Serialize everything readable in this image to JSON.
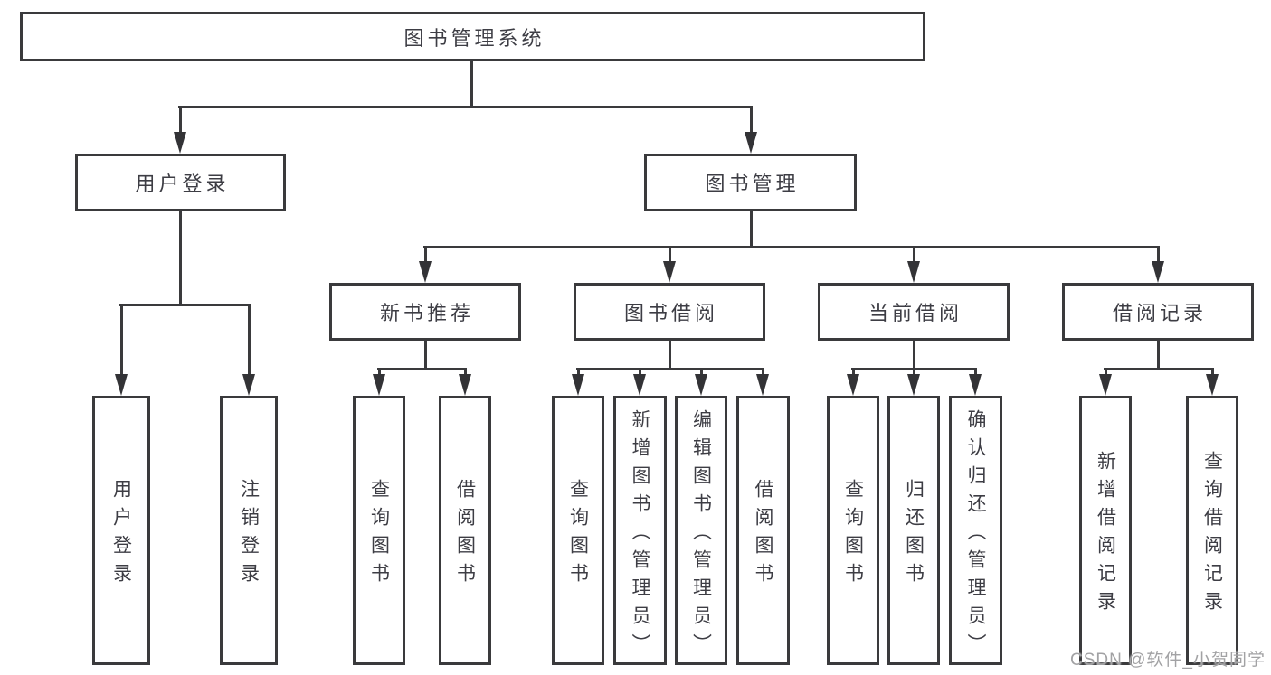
{
  "nodes": {
    "root": {
      "label": "图书管理系统"
    },
    "user_login": {
      "label": "用户登录"
    },
    "book_mgmt": {
      "label": "图书管理"
    },
    "new_book": {
      "label": "新书推荐"
    },
    "book_borrow": {
      "label": "图书借阅"
    },
    "current_borrow": {
      "label": "当前借阅"
    },
    "borrow_record": {
      "label": "借阅记录"
    },
    "leaf_user_login": {
      "label": "用户登录"
    },
    "leaf_logout": {
      "label": "注销登录"
    },
    "leaf_nb_query": {
      "label": "查询图书"
    },
    "leaf_nb_borrow": {
      "label": "借阅图书"
    },
    "leaf_bb_query": {
      "label": "查询图书"
    },
    "leaf_bb_add": {
      "label": "新增图书（管理员）"
    },
    "leaf_bb_edit": {
      "label": "编辑图书（管理员）"
    },
    "leaf_bb_borrow": {
      "label": "借阅图书"
    },
    "leaf_cb_query": {
      "label": "查询图书"
    },
    "leaf_cb_return": {
      "label": "归还图书"
    },
    "leaf_cb_confirm": {
      "label": "确认归还（管理员）"
    },
    "leaf_rec_add": {
      "label": "新增借阅记录"
    },
    "leaf_rec_query": {
      "label": "查询借阅记录"
    }
  },
  "watermark": "CSDN @软件_小贺同学",
  "colors": {
    "line": "#3a3a3c",
    "text": "#3d3d44",
    "watermark": "#a2a2a4",
    "background": "#ffffff"
  }
}
